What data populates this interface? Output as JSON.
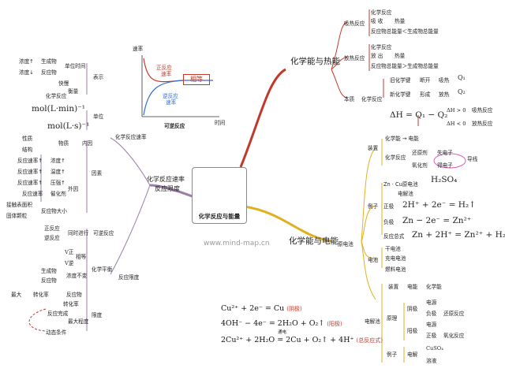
{
  "center": {
    "title": "化学反应与能量"
  },
  "watermark": "www.mind-map.cn",
  "branches": {
    "heat": "化学能与热能",
    "elec": "化学能与电能",
    "rate": {
      "line1": "化学反应速率",
      "line2": "反应限度"
    }
  },
  "graph": {
    "ylabel": "速率",
    "xlabel": "时间",
    "fwd": {
      "l1": "正反应",
      "l2": "速率"
    },
    "rev": {
      "l1": "逆反应",
      "l2": "速率"
    },
    "equal": "相等",
    "caption": "可逆反应"
  },
  "heat": {
    "absorb": "吸热反应",
    "release": "放热反应",
    "essence": "本质",
    "a1": "化学反应",
    "a2": "吸 收",
    "a3": "热量",
    "a4": "反应物总能量＜生成物总能量",
    "r1": "化学反应",
    "r2": "放 出",
    "r3": "热量",
    "r4": "反应物总能量＞生成物总能量",
    "e1": "旧化学键",
    "e2": "断开",
    "e3": "吸热",
    "e4": "Q₁",
    "e5": "化学反应",
    "e6": "新化学键",
    "e7": "形成",
    "e8": "放热",
    "e9": "Q₂",
    "e10": "ΔH = Q₁ − Q₂",
    "e11": "ΔH > 0",
    "e12": "吸热反应",
    "e13": "ΔH < 0",
    "e14": "放热反应"
  },
  "elec": {
    "device": "装置",
    "chem": "化学能 → 电能",
    "redox": "化学反应",
    "red": "还原剂",
    "lose": "失电子",
    "ox": "氧化剂",
    "gain": "得电子",
    "wire": "导线",
    "example": "例子",
    "zncu": "Zn · Cu原电池",
    "electrolyte": "电解池",
    "h2so4": "H₂SO₄",
    "pos": "正极",
    "poseq": "2H⁺ + 2e⁻ = H₂↑",
    "neg": "负极",
    "negeq": "Zn − 2e⁻ = Zn²⁺",
    "total": "反应总式",
    "totaleq": "Zn + 2H⁺ = Zn²⁺ + H₂↑",
    "galvanic": "原电池",
    "cells": "电池",
    "c1": "干电池",
    "c2": "充电电池",
    "c3": "燃料电池",
    "dev2": "装置",
    "dev2a": "电能",
    "dev2b": "化学能",
    "cathode": "阴极",
    "anode": "阳极",
    "principle": "原理",
    "pw1": "电源",
    "neg2": "负极",
    "redrx": "还原反应",
    "pw2": "电源",
    "pos2": "正极",
    "oxrx": "氧化反应",
    "electrolysis": "电解池",
    "ex2": "例子",
    "cell2": "电解",
    "cuso4": "CuSO₄",
    "sol": "溶液"
  },
  "rate": {
    "express": "表示",
    "unit_time": "单位时间",
    "conc_up": "浓度↑",
    "product": "生成物",
    "conc_down": "浓度↓",
    "reactant": "反应物",
    "fast": "快慢",
    "measure": "衡量",
    "chem_rate": "化学反应",
    "unit": "单位",
    "u1": "mol(L·min)⁻¹",
    "u2": "mol(L·s)⁻¹",
    "factors": "因素",
    "internal": "内因",
    "nature": "性质",
    "struct": "结构",
    "matter": "物质",
    "external": "外因",
    "f1": "反应速率↑",
    "f1b": "浓度↑",
    "f2": "反应速率↑",
    "f2b": "温度↑",
    "f3": "反应速率↑",
    "f3b": "压强↑",
    "f4": "反应速率",
    "f4b": "催化剂",
    "area": "接触表面积",
    "solid": "固体颗粒",
    "size": "反应物大小",
    "node": "化学反应速率",
    "forward": "正反应",
    "reverse": "逆反应",
    "simul": "同时进行",
    "reversible": "可逆反应",
    "vfwd": "V正",
    "vrev": "V逆",
    "equal2": "相等",
    "product2": "生成物",
    "reactant2": "反应物",
    "unchanged": "浓度不变",
    "chem_eq": "化学平衡",
    "max": "最大",
    "conv": "转化率",
    "reactant3": "反应物",
    "limit": "反应限度",
    "degree": "限度",
    "conv2": "转化率",
    "done": "反应完成",
    "maxdeg": "最大程度",
    "cond": "动态条件"
  },
  "equations": [
    {
      "eq": "Cu²⁺ + 2e⁻ = Cu",
      "tag": "(阴极)"
    },
    {
      "eq": "4OH⁻ − 4e⁻ = 2H₂O + O₂↑",
      "tag": "(阳极)"
    },
    {
      "eq": "2Cu²⁺ + 2H₂O = 2Cu + O₂↑ + 4H⁺",
      "tag": "(总反应式)",
      "over": "通电"
    }
  ]
}
